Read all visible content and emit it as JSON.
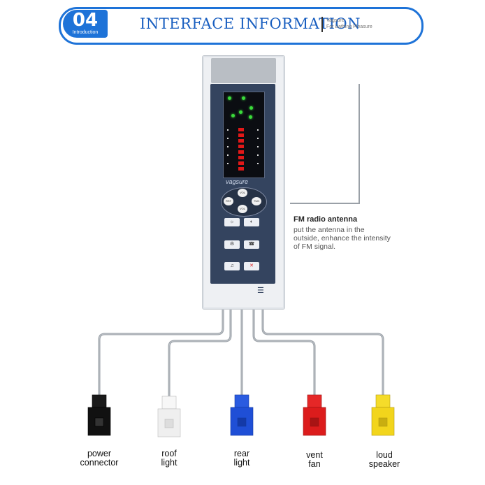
{
  "header": {
    "number": "04",
    "number_caption": "Introduction",
    "title": "INTERFACE INFORMATION",
    "brand_name": "Vagsure",
    "brand_tagline": "For Bathing Pleasure",
    "accent_color": "#1e73d8"
  },
  "device": {
    "logo": "vagsure",
    "round_buttons": [
      "VOL",
      "RST",
      "TUN",
      "VOL"
    ],
    "square_buttons": [
      "light-icon",
      "mode-icon",
      "fan-icon",
      "phone-icon",
      "fm-icon",
      "mute-icon"
    ],
    "panel_color": "#34445f"
  },
  "antenna": {
    "title": "FM radio antenna",
    "description": "put the antenna in the outside, enhance the intensity of FM signal."
  },
  "connectors": [
    {
      "label_line1": "power",
      "label_line2": "connector",
      "color": "#111111"
    },
    {
      "label_line1": "roof",
      "label_line2": "light",
      "color": "#f2f2f2"
    },
    {
      "label_line1": "rear",
      "label_line2": "light",
      "color": "#1f4fd6"
    },
    {
      "label_line1": "vent",
      "label_line2": "fan",
      "color": "#dc1c1c"
    },
    {
      "label_line1": "loud",
      "label_line2": "speaker",
      "color": "#f2d51c"
    }
  ]
}
